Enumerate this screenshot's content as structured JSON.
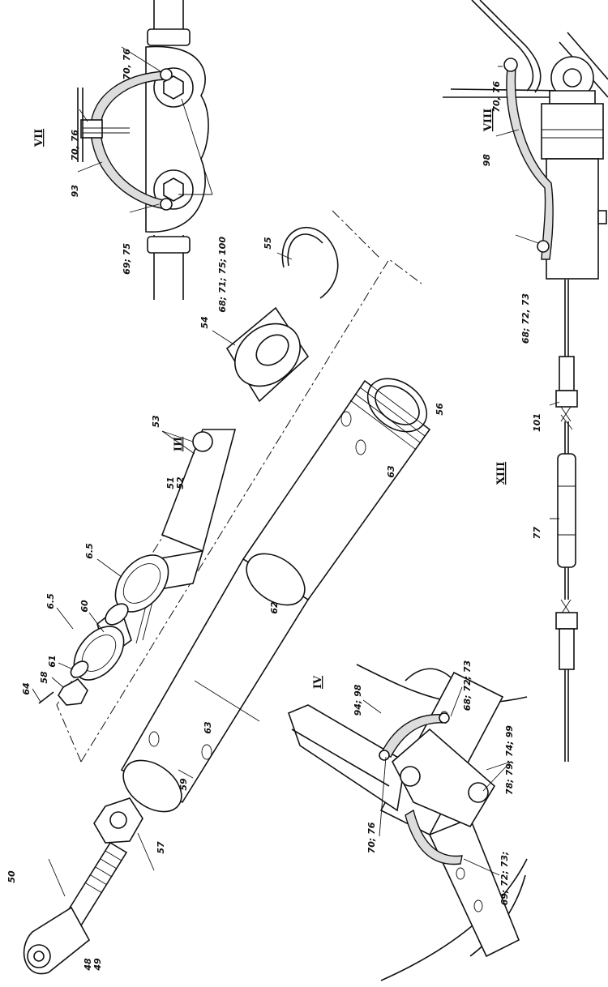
{
  "views": {
    "VII": {
      "roman": "VII",
      "labels": [
        "70, 76",
        "70, 76",
        "93",
        "69; 75",
        "68; 71; 75; 100"
      ]
    },
    "VIII": {
      "roman": "VIII",
      "labels": [
        "70, 76",
        "98",
        "68; 72, 73"
      ]
    },
    "III": {
      "roman": "III",
      "labels": [
        "55",
        "54",
        "53",
        "51",
        "52",
        "6.5",
        "60",
        "6.5",
        "61",
        "58",
        "64"
      ]
    },
    "main": {
      "labels": [
        "56",
        "63",
        "62",
        "63",
        "59",
        "57",
        "48",
        "49",
        "50"
      ]
    },
    "XIII": {
      "roman": "XIII",
      "labels": [
        "101",
        "77"
      ]
    },
    "IV": {
      "roman": "IV",
      "labels": [
        "94; 98",
        "68; 72; 73",
        "78; 79; 74; 99",
        "70; 76",
        "69; 72; 73;"
      ]
    }
  }
}
